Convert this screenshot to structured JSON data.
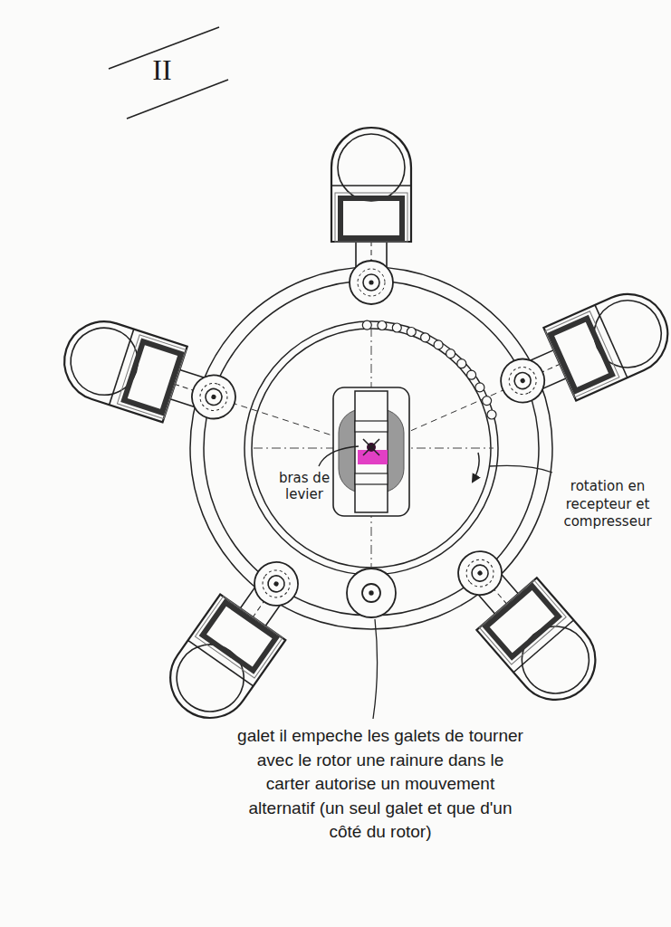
{
  "diagram": {
    "labels": [
      "II",
      "bras de levier",
      "rotation en recepteur et compresseur",
      "galet il empeche les galets de tourner avec le rotor une rainure dans le carter autorise un mouvement alternatif (un seul galet et que d'un côté du rotor)"
    ]
  }
}
